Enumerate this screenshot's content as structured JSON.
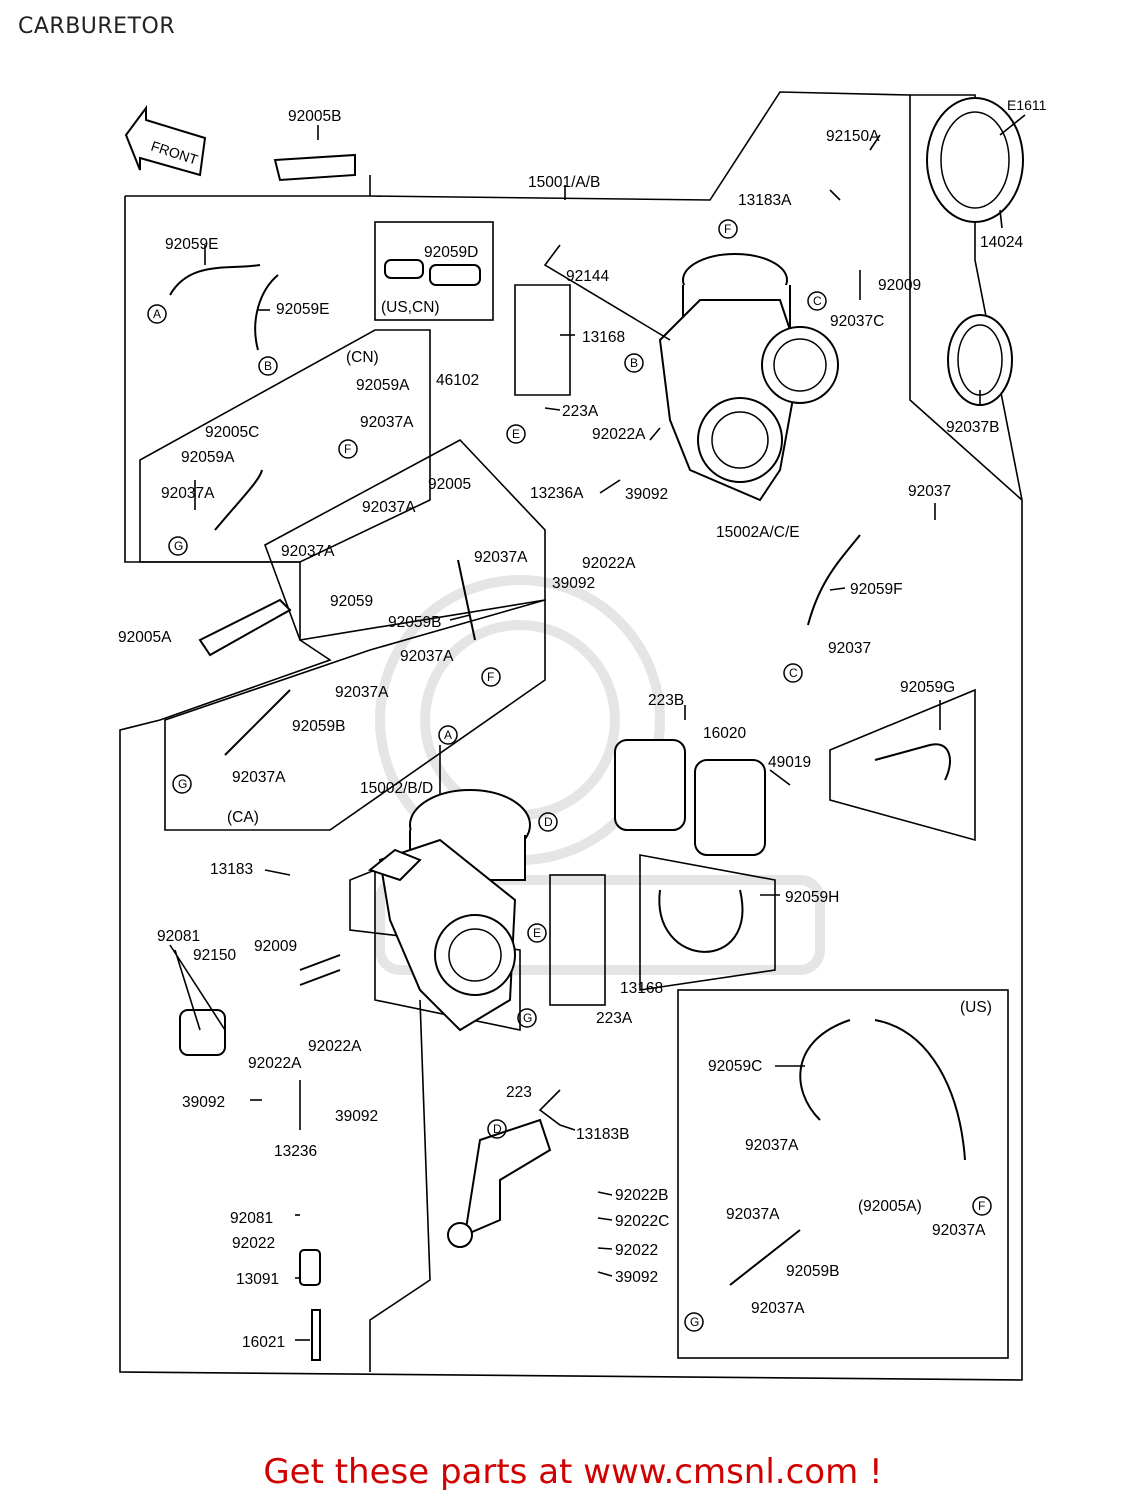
{
  "header": {
    "title": "CARBURETOR"
  },
  "diagram": {
    "code": "E1611",
    "front_label": "FRONT",
    "callouts": {
      "p92005B": "92005B",
      "p15001": "15001/A/B",
      "p92150A_top": "92150A",
      "p13183A": "13183A",
      "p14024": "14024",
      "p92059E_a": "92059E",
      "p92059E_b": "92059E",
      "p92059D": "92059D",
      "us_cn": "(US,CN)",
      "p92144": "92144",
      "p13168_top": "13168",
      "p92009_top": "92009",
      "p92037C": "92037C",
      "p92037B": "92037B",
      "cn": "(CN)",
      "p92059A_a": "92059A",
      "p46102": "46102",
      "p92037A_1": "92037A",
      "p92005C": "92005C",
      "p223A_top": "223A",
      "p92022A_top": "92022A",
      "p92059A_b": "92059A",
      "p92037A_2": "92037A",
      "p92005": "92005",
      "p13236A": "13236A",
      "p39092_top": "39092",
      "p92037_right": "92037",
      "p92037A_3": "92037A",
      "p15002ACE": "15002A/C/E",
      "p92037A_4": "92037A",
      "p92037A_5": "92037A",
      "p92022A_mid": "92022A",
      "p92059": "92059",
      "p39092_mid": "39092",
      "p92059F": "92059F",
      "p92005A": "92005A",
      "p92059B_up": "92059B",
      "p92037A_6": "92037A",
      "p92037_c": "92037",
      "p92037A_7": "92037A",
      "p92059B_ca": "92059B",
      "p223B": "223B",
      "p92059G": "92059G",
      "p16020": "16020",
      "p92037A_ca": "92037A",
      "p49019": "49019",
      "ca": "(CA)",
      "p15002BD": "15002/B/D",
      "p13183": "13183",
      "p92059H": "92059H",
      "p92009_low": "92009",
      "p92081_a": "92081",
      "p92150_low": "92150",
      "p13168_low": "13168",
      "p223A_low": "223A",
      "us": "(US)",
      "p92022A_l1": "92022A",
      "p92022A_l2": "92022A",
      "p92059C": "92059C",
      "p39092_l1": "39092",
      "p39092_l2": "39092",
      "p223": "223",
      "p13236": "13236",
      "p13183B": "13183B",
      "p92037A_us1": "92037A",
      "p92022B": "92022B",
      "p92005A_us": "(92005A)",
      "p92081_b": "92081",
      "p92022C": "92022C",
      "p92037A_us2": "92037A",
      "p92037A_us3": "92037A",
      "p92022_a": "92022",
      "p92022_b": "92022",
      "p92059B_us": "92059B",
      "p13091": "13091",
      "p39092_l3": "39092",
      "p92037A_us4": "92037A",
      "p16021": "16021"
    },
    "circle_refs": {
      "A1": "A",
      "B1": "B",
      "F1": "F",
      "C1": "C",
      "B2": "B",
      "E1": "E",
      "F2": "F",
      "G1": "G",
      "F3": "F",
      "C2": "C",
      "G2": "G",
      "A2": "A",
      "D1": "D",
      "E2": "E",
      "G3": "G",
      "D2": "D",
      "F4": "F",
      "G4": "G"
    }
  },
  "footer": {
    "cta": "Get these parts at www.cmsnl.com !"
  },
  "colors": {
    "cta": "#d10000",
    "ink": "#000000"
  }
}
